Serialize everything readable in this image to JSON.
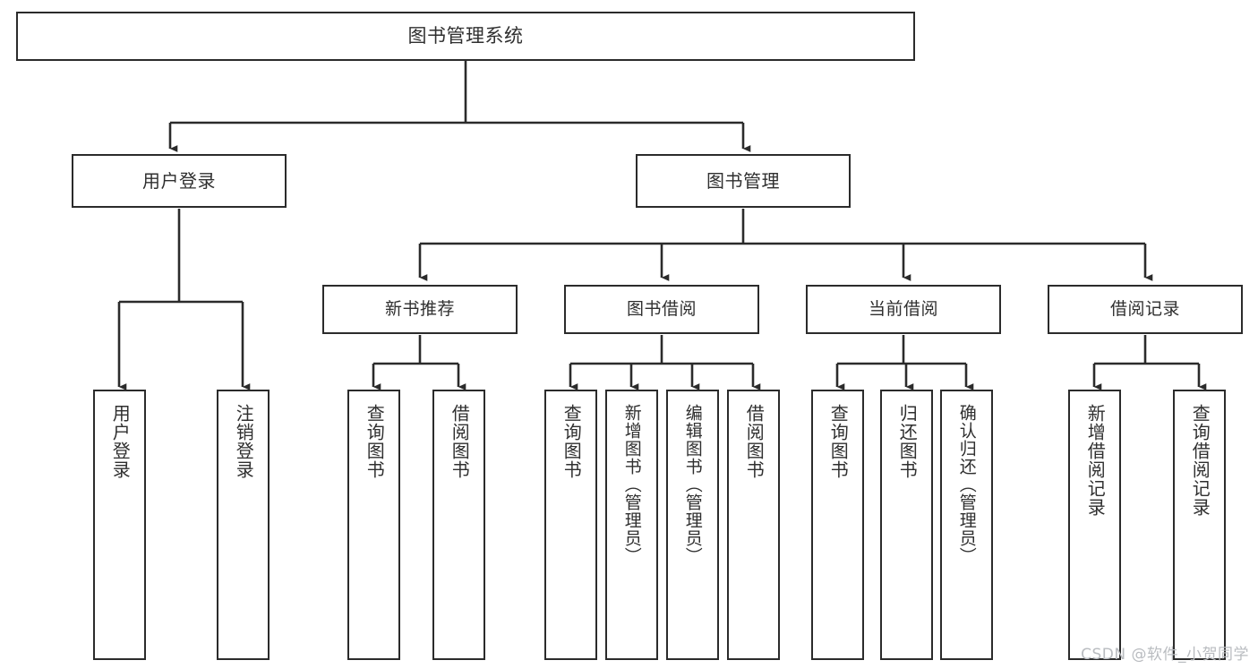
{
  "diagram": {
    "title": "图书管理系统",
    "type": "tree-hierarchy-chart",
    "watermark": "CSDN @软件_小贺同学",
    "colors": {
      "stroke": "#2b2b2b",
      "fill": "#ffffff",
      "text": "#2f2f2f",
      "watermark": "#b9bcc0"
    },
    "root": {
      "label": "图书管理系统"
    },
    "level2": [
      {
        "label": "用户登录"
      },
      {
        "label": "图书管理"
      }
    ],
    "level3": [
      {
        "label": "新书推荐"
      },
      {
        "label": "图书借阅"
      },
      {
        "label": "当前借阅"
      },
      {
        "label": "借阅记录"
      }
    ],
    "leaves": {
      "user_login": [
        {
          "label": "用户登录"
        },
        {
          "label": "注销登录"
        }
      ],
      "new_book_recommend": [
        {
          "label": "查询图书"
        },
        {
          "label": "借阅图书"
        }
      ],
      "book_borrow": [
        {
          "label": "查询图书"
        },
        {
          "label": "新增图书（管理员）"
        },
        {
          "label": "编辑图书（管理员）"
        },
        {
          "label": "借阅图书"
        }
      ],
      "current_borrow": [
        {
          "label": "查询图书"
        },
        {
          "label": "归还图书"
        },
        {
          "label": "确认归还（管理员）"
        }
      ],
      "borrow_record": [
        {
          "label": "新增借阅记录"
        },
        {
          "label": "查询借阅记录"
        }
      ]
    }
  }
}
